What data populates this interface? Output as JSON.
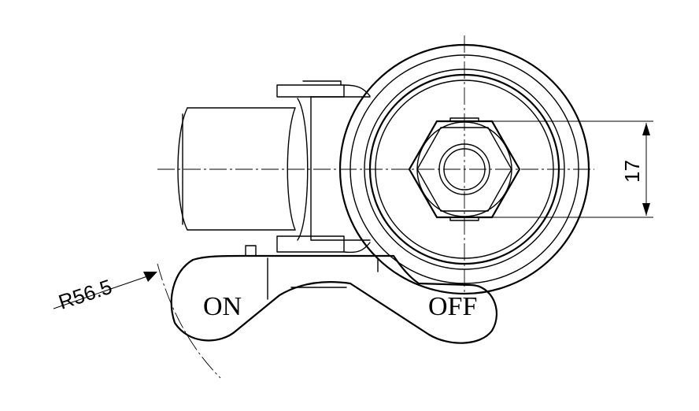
{
  "dimensions": {
    "radius": "R56.5",
    "width": "17"
  },
  "labels": {
    "on": "ON",
    "off": "OFF"
  }
}
